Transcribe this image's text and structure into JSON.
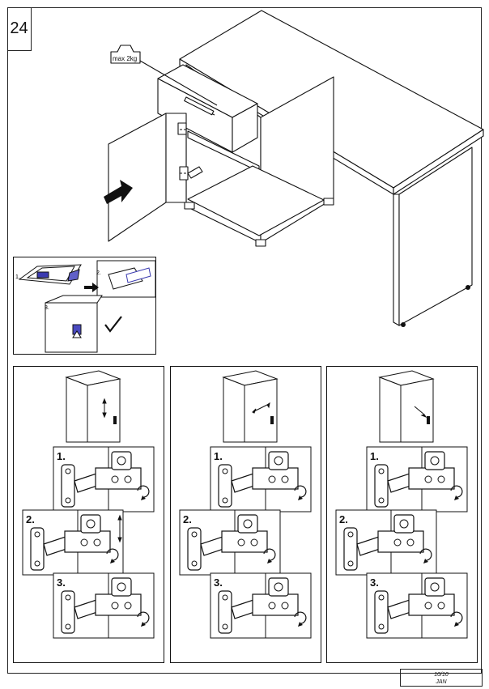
{
  "step_number": "24",
  "weight_tag": "max 2kg",
  "sticker_steps": [
    "1.",
    "2.",
    "3."
  ],
  "hinge_panels": [
    {
      "steps": [
        "1.",
        "2.",
        "3."
      ],
      "adjust_direction": "vertical"
    },
    {
      "steps": [
        "1.",
        "2.",
        "3."
      ],
      "adjust_direction": "horizontal"
    },
    {
      "steps": [
        "1.",
        "2.",
        "3."
      ],
      "adjust_direction": "depth"
    }
  ],
  "footer": {
    "page": "10/10",
    "code": "JAN"
  }
}
